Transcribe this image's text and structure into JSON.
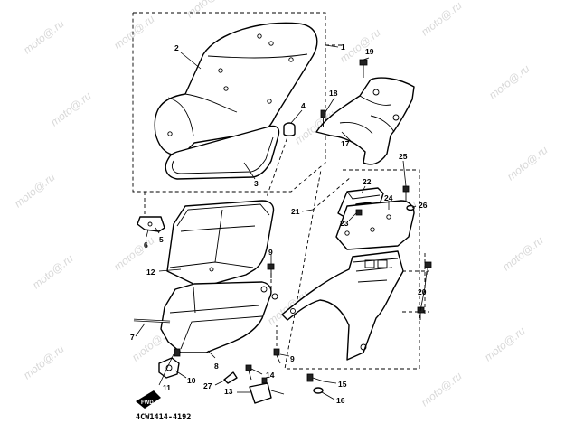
{
  "diagram": {
    "code": "4CW1414-4192",
    "watermark": "moto@.ru",
    "fwd_label": "FWD"
  },
  "callouts": [
    {
      "id": "c1",
      "text": "1"
    },
    {
      "id": "c2",
      "text": "2"
    },
    {
      "id": "c3",
      "text": "3"
    },
    {
      "id": "c4",
      "text": "4"
    },
    {
      "id": "c5",
      "text": "5"
    },
    {
      "id": "c6",
      "text": "6"
    },
    {
      "id": "c7",
      "text": "7"
    },
    {
      "id": "c8",
      "text": "8"
    },
    {
      "id": "c9a",
      "text": "9"
    },
    {
      "id": "c9b",
      "text": "9"
    },
    {
      "id": "c10",
      "text": "10"
    },
    {
      "id": "c11",
      "text": "11"
    },
    {
      "id": "c12",
      "text": "12"
    },
    {
      "id": "c13",
      "text": "13"
    },
    {
      "id": "c14",
      "text": "14"
    },
    {
      "id": "c15",
      "text": "15"
    },
    {
      "id": "c16",
      "text": "16"
    },
    {
      "id": "c17",
      "text": "17"
    },
    {
      "id": "c18",
      "text": "18"
    },
    {
      "id": "c19",
      "text": "19"
    },
    {
      "id": "c20",
      "text": "20"
    },
    {
      "id": "c21",
      "text": "21"
    },
    {
      "id": "c22",
      "text": "22"
    },
    {
      "id": "c23",
      "text": "23"
    },
    {
      "id": "c24",
      "text": "24"
    },
    {
      "id": "c25",
      "text": "25"
    },
    {
      "id": "c26",
      "text": "26"
    },
    {
      "id": "c27",
      "text": "27"
    }
  ]
}
